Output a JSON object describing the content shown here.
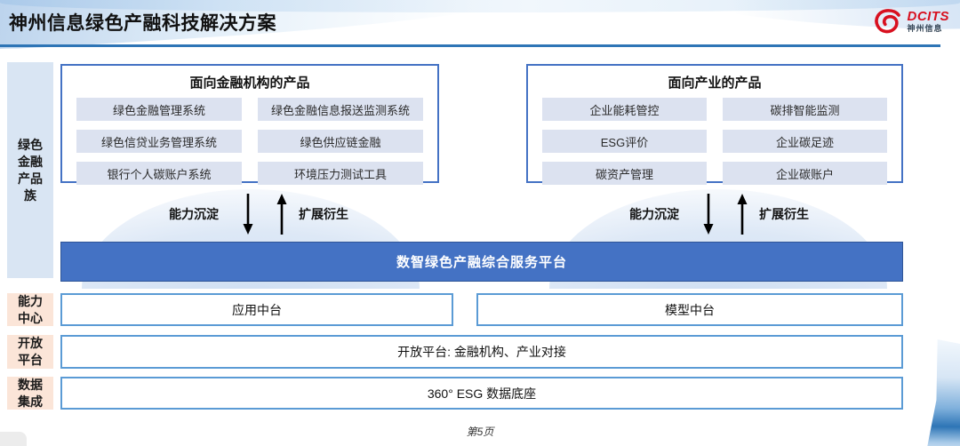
{
  "header": {
    "title": "神州信息绿色产融科技解决方案",
    "logo": {
      "brand": "DCITS",
      "subbrand": "神州信息"
    }
  },
  "sidebar": {
    "items": [
      {
        "label": "绿色金融产品族"
      },
      {
        "label": "能力中心"
      },
      {
        "label": "开放平台"
      },
      {
        "label": "数据集成"
      }
    ]
  },
  "product_groups": [
    {
      "title": "面向金融机构的产品",
      "items": [
        "绿色金融管理系统",
        "绿色金融信息报送监测系统",
        "绿色信贷业务管理系统",
        "绿色供应链金融",
        "银行个人碳账户系统",
        "环境压力测试工具"
      ]
    },
    {
      "title": "面向产业的产品",
      "items": [
        "企业能耗管控",
        "碳排智能监测",
        "ESG评价",
        "企业碳足迹",
        "碳资产管理",
        "企业碳账户"
      ]
    }
  ],
  "arrows": {
    "down_label": "能力沉淀",
    "up_label": "扩展衍生"
  },
  "platform": {
    "banner": "数智绿色产融综合服务平台"
  },
  "middle_layers": {
    "application": "应用中台",
    "model": "模型中台"
  },
  "open_platform": {
    "label": "开放平台: 金融机构、产业对接"
  },
  "data_base": {
    "label": "360° ESG 数据底座"
  },
  "footer": {
    "page_number": "第5页"
  },
  "colors": {
    "banner_blue": "#4472C4",
    "box_border_blue": "#4472C4",
    "row_border_blue": "#5B9BD5",
    "item_fill": "#DCE2F0",
    "sidebar_blue": "#D9E5F3",
    "sidebar_peach": "#FBE5D8",
    "header_rule": "#2E75B6",
    "logo_red": "#D8101F"
  }
}
